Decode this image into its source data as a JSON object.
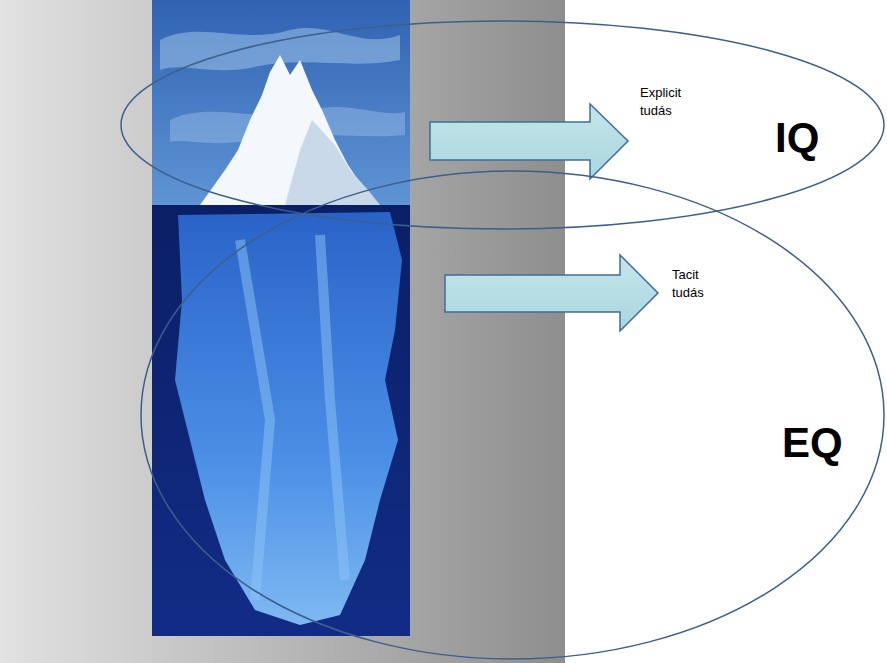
{
  "diagram": {
    "nodes": [
      {
        "text": [
          "IQ"
        ]
      },
      {
        "text": [
          "EQ"
        ]
      }
    ],
    "labels": [
      "Explicit tudás",
      "Tacit tudás"
    ]
  }
}
